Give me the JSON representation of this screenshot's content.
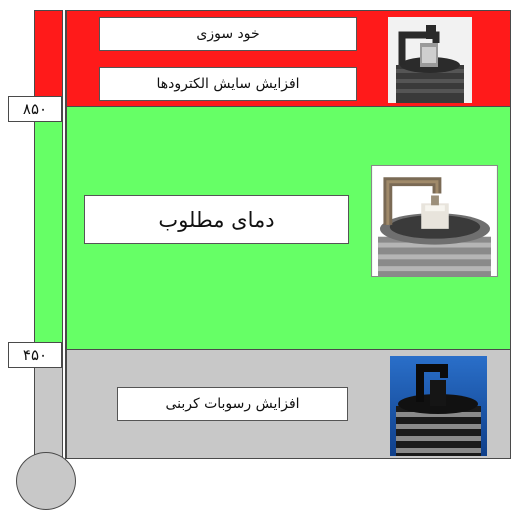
{
  "scale": {
    "upper_mark": "۸۵۰",
    "lower_mark": "۴۵۰"
  },
  "zones": {
    "hot": {
      "color": "#ff1a1a",
      "labels": [
        "خود سوزی",
        "افزایش سایش الکترودها"
      ],
      "photo": "spark-plug-overheated"
    },
    "normal": {
      "color": "#66ff66",
      "labels": [
        "دمای مطلوب"
      ],
      "photo": "spark-plug-normal"
    },
    "cold": {
      "color": "#c8c8c8",
      "labels": [
        "افزایش رسوبات کربنی"
      ],
      "photo": "spark-plug-carbon-fouled"
    }
  }
}
